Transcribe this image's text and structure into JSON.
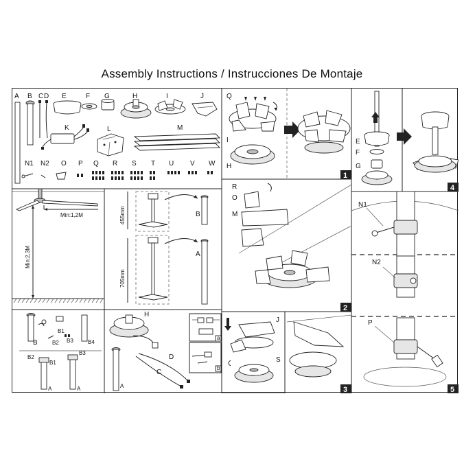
{
  "title": "Assembly Instructions / Instrucciones De Montaje",
  "parts_row1": [
    "A",
    "B",
    "C",
    "D",
    "E",
    "F",
    "G",
    "H",
    "I",
    "J"
  ],
  "parts_k": "K",
  "parts_l": "L",
  "parts_m": "M",
  "parts_row2": [
    "N1",
    "N2",
    "O",
    "P",
    "Q",
    "R",
    "S",
    "T",
    "U",
    "V",
    "W"
  ],
  "install": {
    "min_ceiling": "Min:1,2M",
    "min_floor": "Min:2,3M"
  },
  "downrod": {
    "short_mm": "455mm",
    "long_mm": "705mm",
    "short_label": "B",
    "long_label": "A"
  },
  "panel_rod": {
    "b": "B",
    "b1": "B1",
    "b2": "B2",
    "b3": "B3",
    "b4": "B4",
    "a": "A"
  },
  "panel_wiring": {
    "h": "H",
    "d": "D",
    "c": "C",
    "a": "A",
    "inset_a": "a",
    "inset_b": "b"
  },
  "step1": {
    "num": "1",
    "q": "Q",
    "i": "I",
    "h": "H"
  },
  "step2": {
    "num": "2",
    "r": "R",
    "o": "O",
    "m": "M"
  },
  "step3": {
    "num": "3",
    "j": "J",
    "s": "S"
  },
  "step4": {
    "num": "4",
    "e": "E",
    "f": "F",
    "g": "G"
  },
  "step5": {
    "num": "5",
    "n1": "N1",
    "n2": "N2",
    "p": "P"
  }
}
